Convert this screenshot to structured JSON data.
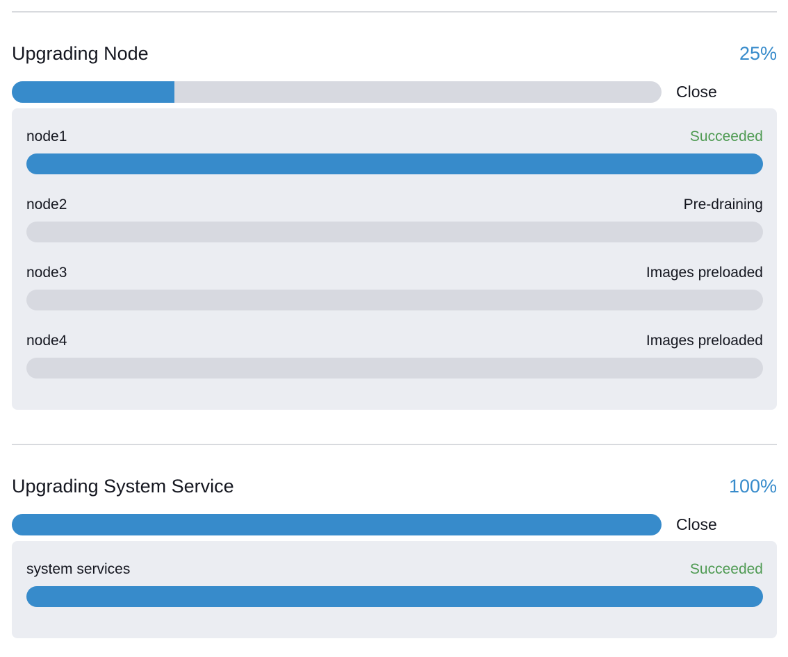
{
  "colors": {
    "accent_blue": "#378bcb",
    "success_green": "#4e9a52",
    "track_gray": "#d7d9e0",
    "panel_bg": "#ebedf2",
    "divider": "#d8dade",
    "text": "#14161f"
  },
  "sections": [
    {
      "title": "Upgrading Node",
      "percent_label": "25%",
      "percent_value": 25,
      "close_label": "Close",
      "items": [
        {
          "name": "node1",
          "status": "Succeeded",
          "status_type": "success",
          "progress": 100
        },
        {
          "name": "node2",
          "status": "Pre-draining",
          "status_type": "default",
          "progress": 0
        },
        {
          "name": "node3",
          "status": "Images preloaded",
          "status_type": "default",
          "progress": 0
        },
        {
          "name": "node4",
          "status": "Images preloaded",
          "status_type": "default",
          "progress": 0
        }
      ]
    },
    {
      "title": "Upgrading System Service",
      "percent_label": "100%",
      "percent_value": 100,
      "close_label": "Close",
      "items": [
        {
          "name": "system services",
          "status": "Succeeded",
          "status_type": "success",
          "progress": 100
        }
      ]
    }
  ]
}
